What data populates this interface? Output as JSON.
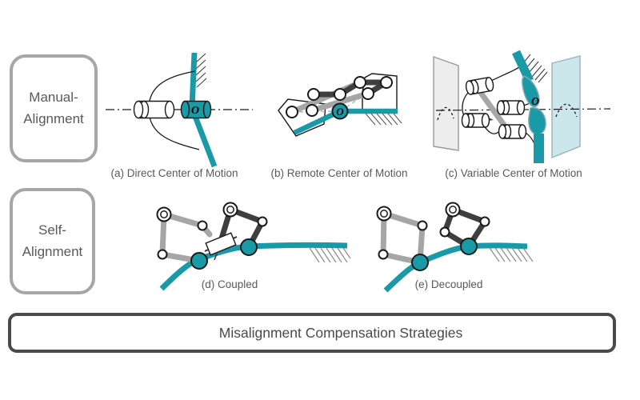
{
  "figure": {
    "banner_title": "Misalignment Compensation Strategies",
    "row_labels": {
      "manual": {
        "line1": "Manual-",
        "line2": "Alignment"
      },
      "self": {
        "line1": "Self-",
        "line2": "Alignment"
      }
    },
    "captions": {
      "a": "(a) Direct Center of Motion",
      "b": "(b) Remote Center of Motion",
      "c": "(c) Variable Center of Motion",
      "d": "(d) Coupled",
      "e": "(e) Decoupled"
    },
    "point_labels": {
      "a_center": "O",
      "b_center": "O",
      "c_center": "O"
    },
    "colors": {
      "teal": "#1A9AA6",
      "light_teal": "#CBE7EC",
      "gray_link": "#A6A6A6",
      "dark_link": "#3F3F3F",
      "caption_text": "#595959",
      "box_border": "#A6A6A6",
      "banner_border": "#4A4A4A"
    }
  }
}
